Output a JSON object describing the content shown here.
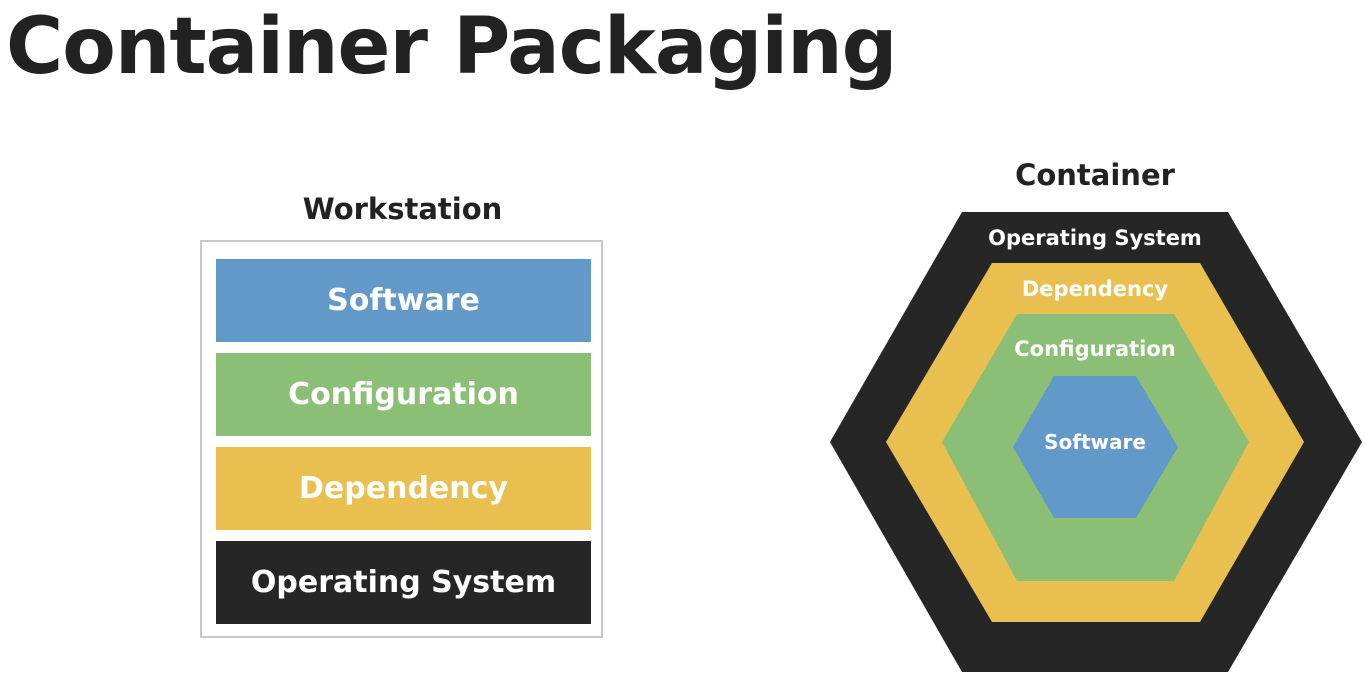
{
  "title": "Container Packaging",
  "workstation": {
    "label": "Workstation",
    "layers": [
      {
        "label": "Software",
        "color": "#6299c8"
      },
      {
        "label": "Configuration",
        "color": "#8bbf76"
      },
      {
        "label": "Dependency",
        "color": "#e9c04f"
      },
      {
        "label": "Operating System",
        "color": "#262626"
      }
    ]
  },
  "container": {
    "label": "Container",
    "layers": [
      {
        "label": "Operating System",
        "color": "#262626"
      },
      {
        "label": "Dependency",
        "color": "#e9c04f"
      },
      {
        "label": "Configuration",
        "color": "#8bbf76"
      },
      {
        "label": "Software",
        "color": "#6299c8"
      }
    ]
  }
}
